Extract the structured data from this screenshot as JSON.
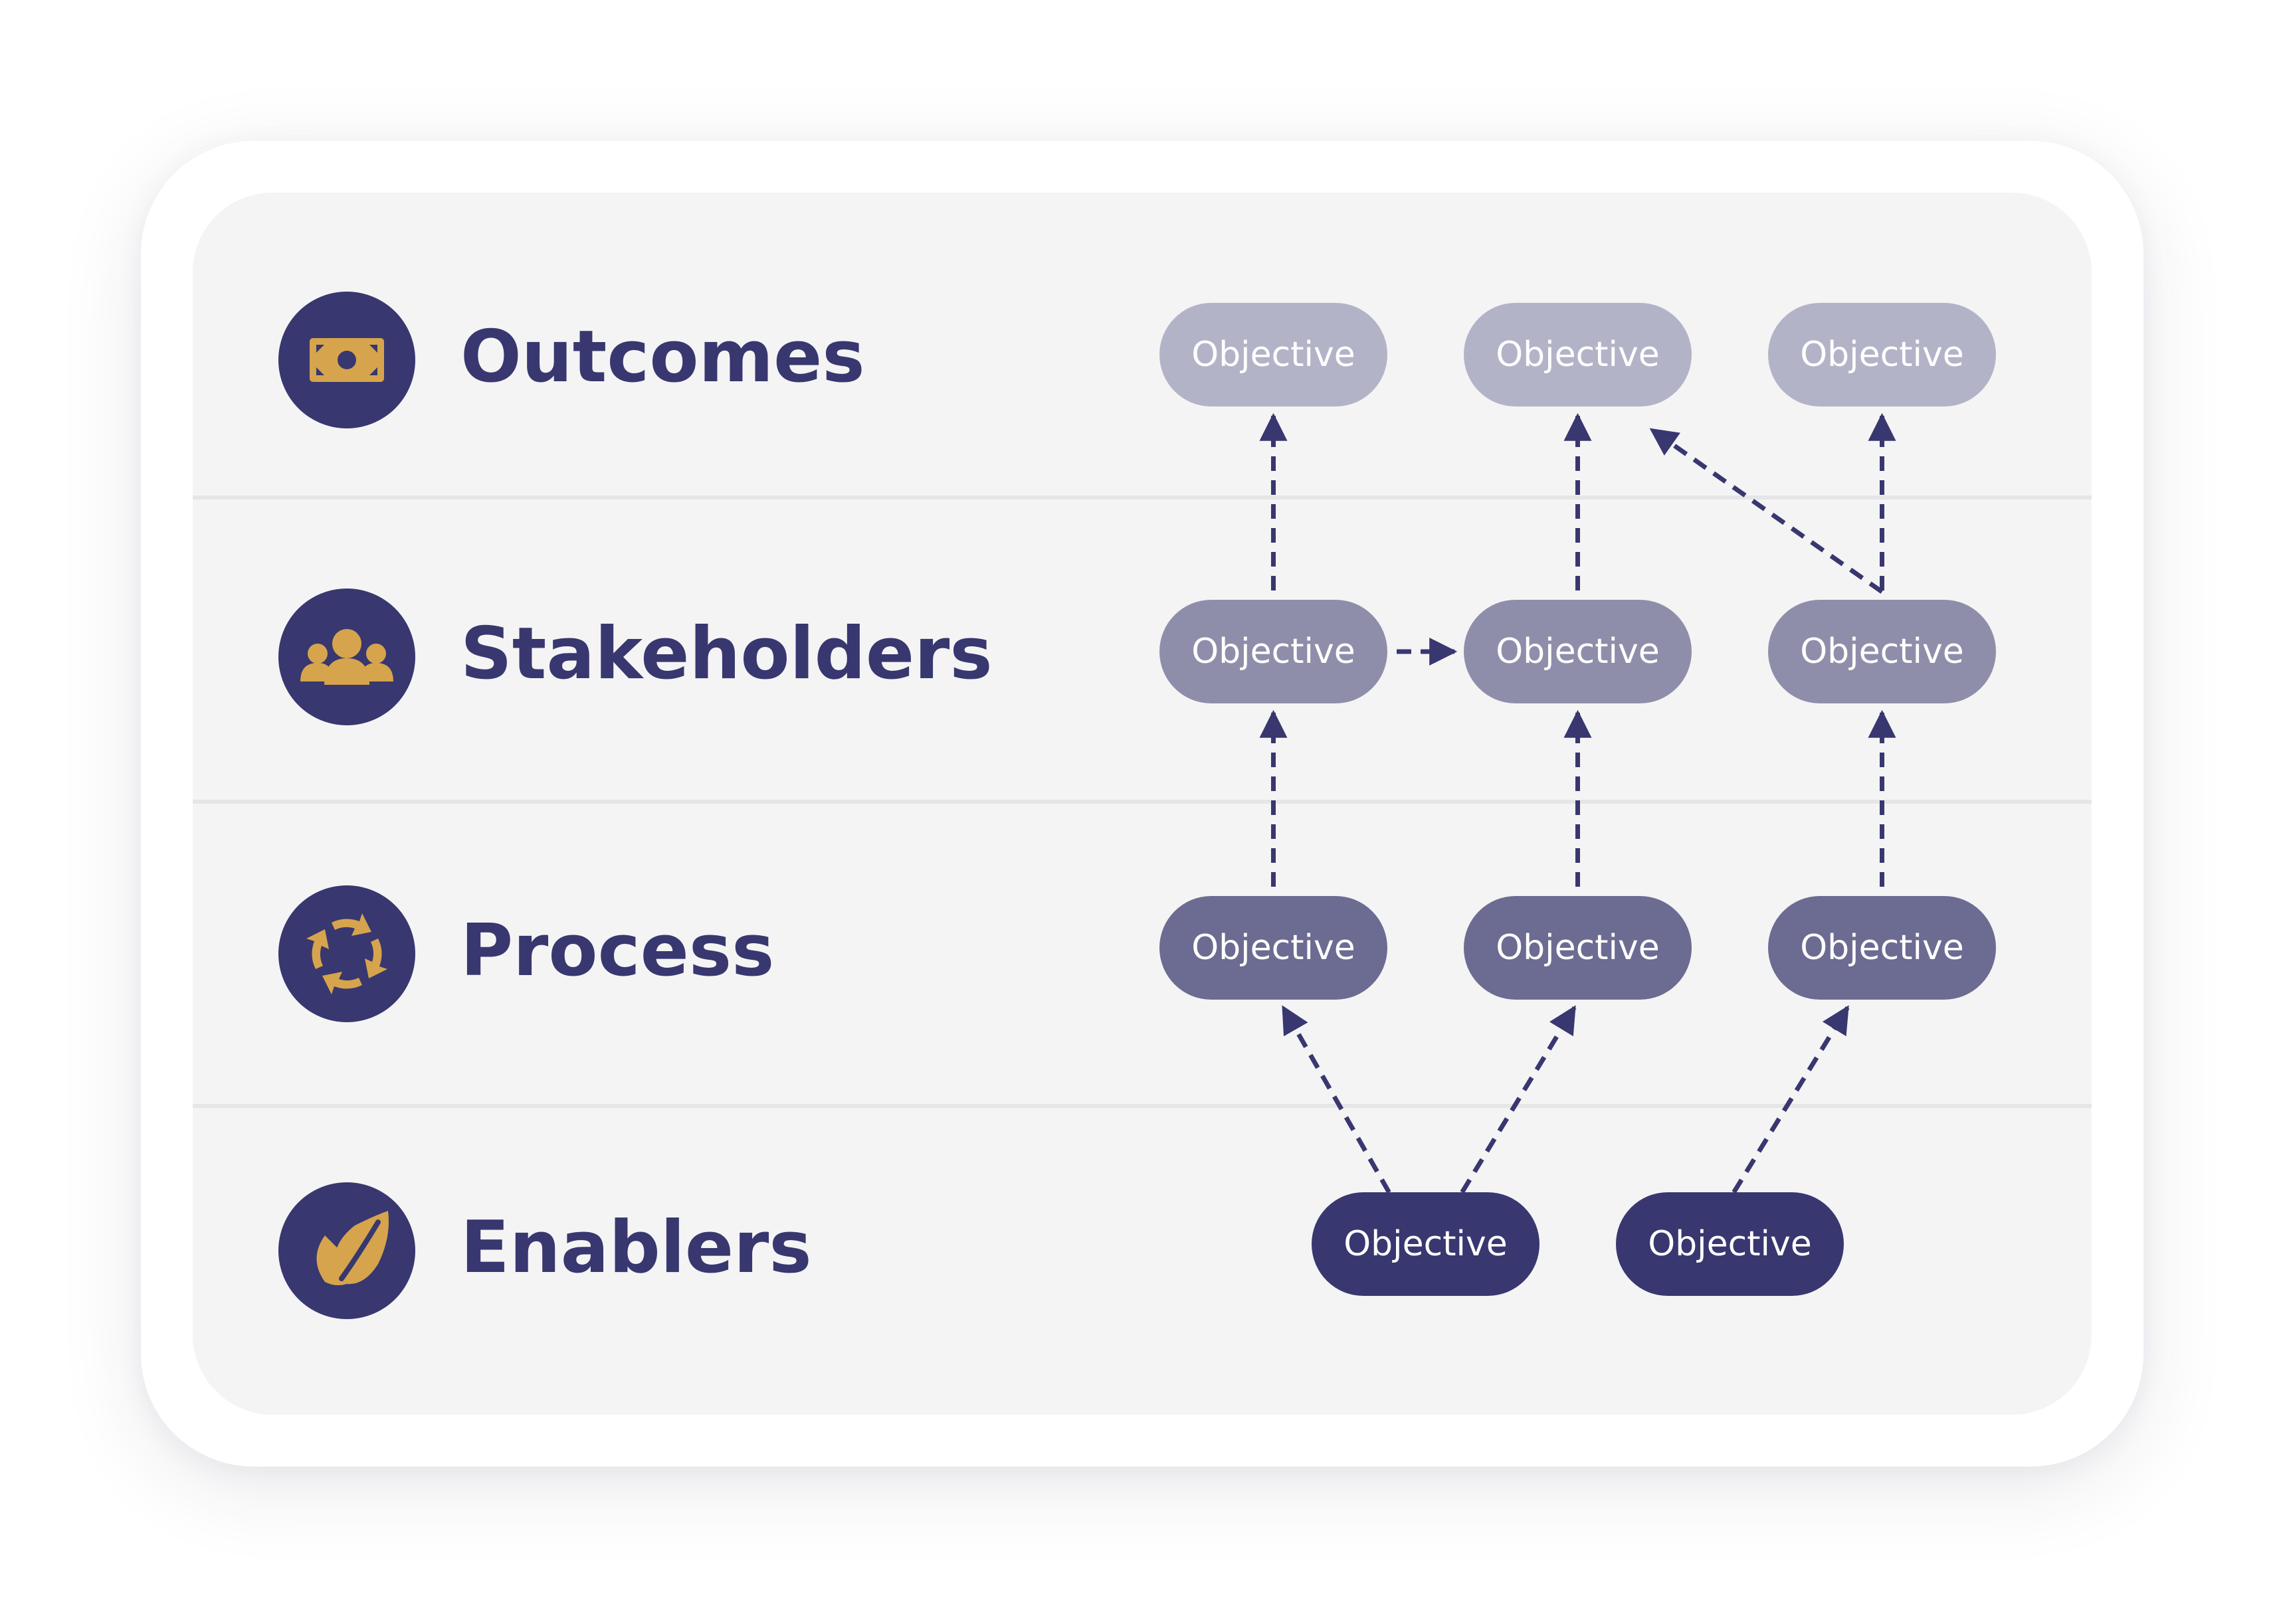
{
  "diagram": {
    "rows": [
      {
        "id": "outcomes",
        "label": "Outcomes",
        "icon": "banknote-icon"
      },
      {
        "id": "stakeholders",
        "label": "Stakeholders",
        "icon": "people-group-icon"
      },
      {
        "id": "process",
        "label": "Process",
        "icon": "cycle-arrows-icon"
      },
      {
        "id": "enablers",
        "label": "Enablers",
        "icon": "leaf-icon"
      }
    ],
    "nodes": [
      {
        "id": "o1",
        "row": "outcomes",
        "label": "Objective"
      },
      {
        "id": "o2",
        "row": "outcomes",
        "label": "Objective"
      },
      {
        "id": "o3",
        "row": "outcomes",
        "label": "Objective"
      },
      {
        "id": "s1",
        "row": "stakeholders",
        "label": "Objective"
      },
      {
        "id": "s2",
        "row": "stakeholders",
        "label": "Objective"
      },
      {
        "id": "s3",
        "row": "stakeholders",
        "label": "Objective"
      },
      {
        "id": "p1",
        "row": "process",
        "label": "Objective"
      },
      {
        "id": "p2",
        "row": "process",
        "label": "Objective"
      },
      {
        "id": "p3",
        "row": "process",
        "label": "Objective"
      },
      {
        "id": "e1",
        "row": "enablers",
        "label": "Objective"
      },
      {
        "id": "e2",
        "row": "enablers",
        "label": "Objective"
      }
    ],
    "edges": [
      {
        "from": "s1",
        "to": "o1"
      },
      {
        "from": "s2",
        "to": "o2"
      },
      {
        "from": "s3",
        "to": "o3"
      },
      {
        "from": "s3",
        "to": "o2"
      },
      {
        "from": "s1",
        "to": "s2"
      },
      {
        "from": "p1",
        "to": "s1"
      },
      {
        "from": "p2",
        "to": "s2"
      },
      {
        "from": "p3",
        "to": "s3"
      },
      {
        "from": "e1",
        "to": "p1"
      },
      {
        "from": "e1",
        "to": "p2"
      },
      {
        "from": "e2",
        "to": "p3"
      }
    ]
  },
  "colors": {
    "brand_navy": "#383770",
    "icon_gold": "#d6a44c",
    "outcomes_node": "#b3b3c8",
    "stakeholders_node": "#8f8eaa",
    "process_node": "#6c6b92",
    "enablers_node": "#383770",
    "panel": "#f4f4f4"
  }
}
